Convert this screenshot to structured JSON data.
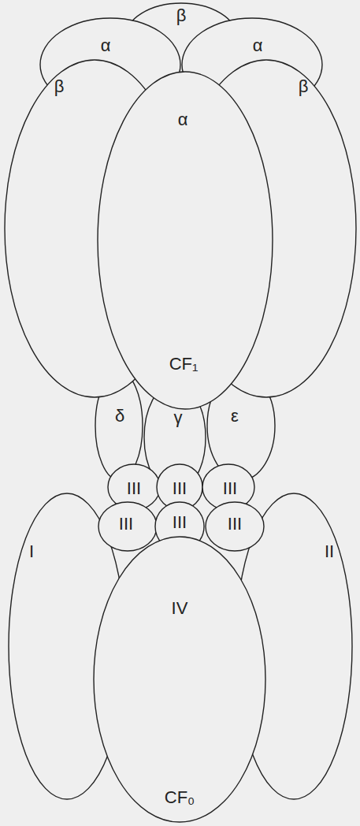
{
  "diagram": {
    "nodes": [
      {
        "text": [
          "β"
        ]
      },
      {
        "text": [
          "α"
        ]
      },
      {
        "text": [
          "α"
        ]
      },
      {
        "text": [
          "β"
        ]
      },
      {
        "text": [
          "β"
        ]
      },
      {
        "text": [
          "α"
        ]
      },
      {
        "text": [
          "δ"
        ]
      },
      {
        "text": [
          "γ"
        ]
      },
      {
        "text": [
          "ε"
        ]
      },
      {
        "text": [
          "III"
        ]
      },
      {
        "text": [
          "III"
        ]
      },
      {
        "text": [
          "III"
        ]
      },
      {
        "text": [
          "III"
        ]
      },
      {
        "text": [
          "III"
        ]
      },
      {
        "text": [
          "III"
        ]
      },
      {
        "text": [
          "I"
        ]
      },
      {
        "text": [
          "IV"
        ]
      },
      {
        "text": [
          "II"
        ]
      }
    ],
    "labels": [
      "CF₁",
      "CF₀"
    ]
  }
}
